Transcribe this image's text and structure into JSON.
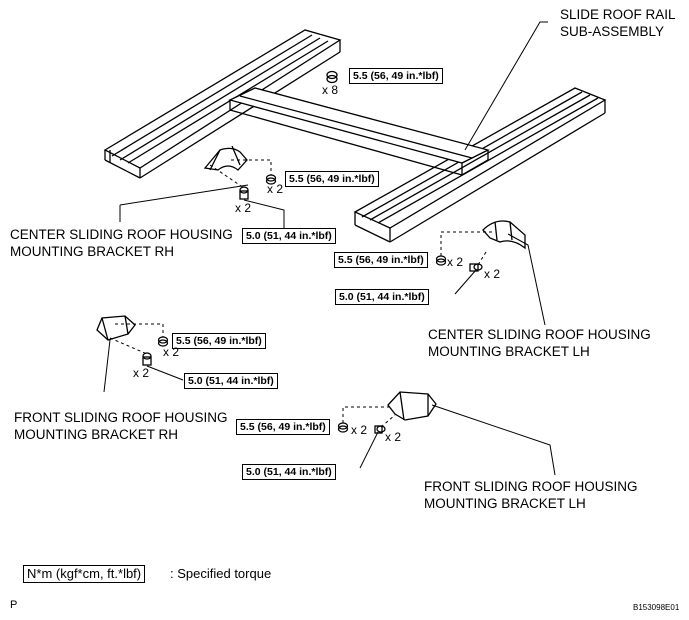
{
  "labels": {
    "rail_l1": "SLIDE ROOF RAIL",
    "rail_l2": "SUB-ASSEMBLY",
    "center_rh_l1": "CENTER SLIDING ROOF HOUSING",
    "center_rh_l2": "MOUNTING BRACKET RH",
    "center_lh_l1": "CENTER SLIDING ROOF HOUSING",
    "center_lh_l2": "MOUNTING BRACKET LH",
    "front_rh_l1": "FRONT SLIDING ROOF HOUSING",
    "front_rh_l2": "MOUNTING BRACKET RH",
    "front_lh_l1": "FRONT SLIDING ROOF HOUSING",
    "front_lh_l2": "MOUNTING BRACKET LH"
  },
  "torques": {
    "t55": "5.5 (56, 49 in.*lbf)",
    "t50": "5.0 (51, 44 in.*lbf)"
  },
  "counts": {
    "x8": "x 8",
    "x2": "x 2"
  },
  "legend": {
    "box": "N*m (kgf*cm, ft.*lbf)",
    "text": ": Specified torque"
  },
  "footer": {
    "page_mark": "P",
    "figure_id": "B153098E01"
  }
}
